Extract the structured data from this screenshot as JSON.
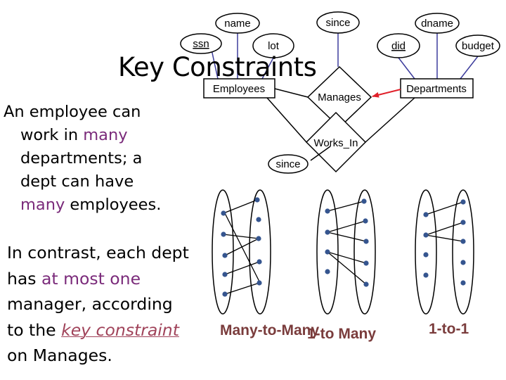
{
  "title": "Key Constraints",
  "text": {
    "p1": {
      "line1": "An employee can",
      "line2_a": "work in ",
      "line2_b": "many",
      "line3": "departments; a",
      "line4": "dept can have",
      "line5_a": "many",
      "line5_b": " employees."
    },
    "p2": {
      "line1": "In contrast, each dept",
      "line2_a": "has ",
      "line2_b": "at most one",
      "line3": "manager, according",
      "line4_a": "to the ",
      "line4_b": "key constraint",
      "line5": "on Manages."
    }
  },
  "er": {
    "entities": {
      "employees": "Employees",
      "departments": "Departments"
    },
    "relationships": {
      "manages": "Manages",
      "works_in": "Works_In"
    },
    "attributes": {
      "name": "name",
      "ssn": "ssn",
      "lot": "lot",
      "since_manages": "since",
      "dname": "dname",
      "did": "did",
      "budget": "budget",
      "since_works": "since"
    }
  },
  "mappings": {
    "many_to_many": "Many-to-Many",
    "one_to_many": "1-to Many",
    "one_to_one": "1-to-1"
  },
  "colors": {
    "highlight": "#7a2a7a",
    "key_constraint": "#a0435a",
    "arrow": "#e0202a",
    "attr_line": "#3c3c9c",
    "dot": "#35558f",
    "mapping_label": "#7a3c3c"
  }
}
